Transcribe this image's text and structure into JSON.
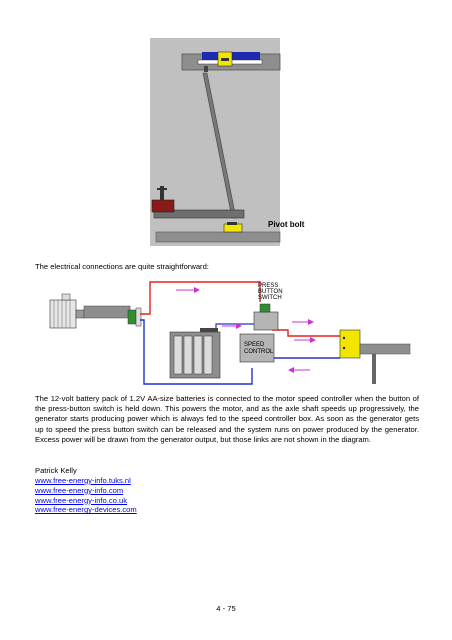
{
  "figure1": {
    "pivot_label": "Pivot bolt"
  },
  "figure2_intro": "The electrical connections are quite straightforward:",
  "figure2": {
    "press_button_switch_label": [
      "PRESS",
      "BUTTON",
      "SWITCH"
    ],
    "speed_control_label": [
      "SPEED",
      "CONTROL"
    ],
    "colors": {
      "red_wire": "#e8201b",
      "blue_wire": "#2233cc",
      "arrow": "#cc33cc",
      "green_terminal": "#2f8f2f",
      "yellow_block": "#f2e600"
    }
  },
  "body_paragraph": "The 12-volt battery pack of 1.2V AA-size batteries is connected to the motor speed controller when the button of the press-button switch is held down.  This powers the motor, and as the axle shaft speeds up progressively, the generator starts producing power which is always fed to the speed controller box.  As soon as the generator gets up to speed the press button switch can be released and the system runs on power produced by the generator.  Excess power will be drawn from the generator output, but those links are not shown in the diagram.",
  "author": "Patrick Kelly",
  "links": [
    "www.free-energy-info.tuks.nl",
    "www.free-energy-info.com",
    "www.free-energy-info.co.uk",
    "www.free-energy-devices.com"
  ],
  "page_number": "4 - 75"
}
